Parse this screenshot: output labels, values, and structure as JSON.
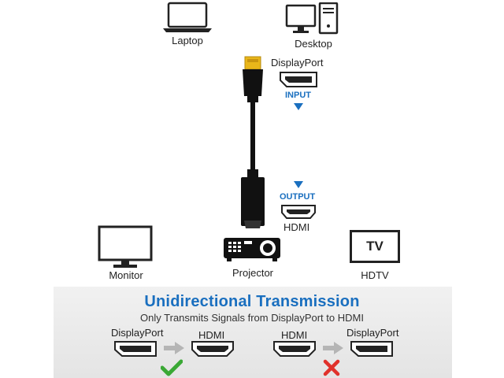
{
  "devices": {
    "laptop_label": "Laptop",
    "desktop_label": "Desktop",
    "monitor_label": "Monitor",
    "projector_label": "Projector",
    "hdtv_label": "HDTV",
    "tv_screen_text": "TV"
  },
  "adapter": {
    "input_port_label": "DisplayPort",
    "input_tag": "INPUT",
    "output_tag": "OUTPUT",
    "output_port_label": "HDMI"
  },
  "transmission": {
    "title": "Unidirectional Transmission",
    "subtitle": "Only Transmits Signals from DisplayPort to HDMI",
    "valid": {
      "from_label": "DisplayPort",
      "to_label": "HDMI",
      "status_icon": "check-icon"
    },
    "invalid": {
      "from_label": "HDMI",
      "to_label": "DisplayPort",
      "status_icon": "cross-icon"
    }
  },
  "colors": {
    "accent_blue": "#1a6fbf",
    "check_green": "#3aa835",
    "cross_red": "#e0312b",
    "connector_gold": "#e9b61a"
  }
}
